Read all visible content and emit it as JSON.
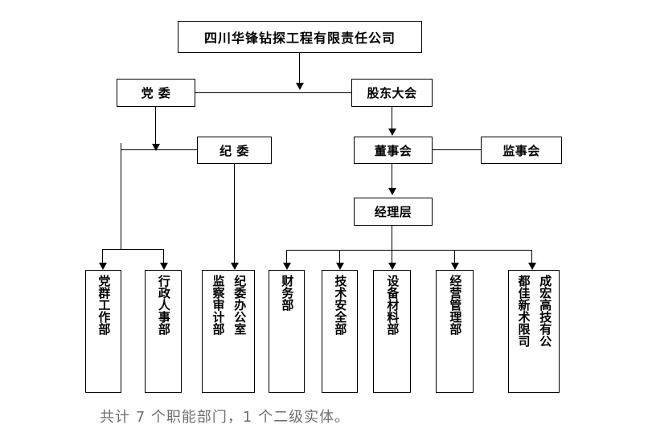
{
  "diagram": {
    "type": "organization-chart",
    "title_box": {
      "label": "四川华锋钻探工程有限责任公司"
    },
    "governance": [
      {
        "id": "party-committee",
        "label": "党 委"
      },
      {
        "id": "shareholders-meeting",
        "label": "股东大会"
      },
      {
        "id": "discipline-committee",
        "label": "纪 委"
      },
      {
        "id": "board-of-directors",
        "label": "董事会"
      },
      {
        "id": "board-of-supervisors",
        "label": "监事会"
      },
      {
        "id": "management-layer",
        "label": "经理层"
      }
    ],
    "departments": [
      {
        "id": "party-mass-work-dept",
        "cols": [
          "党群工作部"
        ]
      },
      {
        "id": "administration-hr-dept",
        "cols": [
          "行政人事部"
        ]
      },
      {
        "id": "discipline-audit-office",
        "cols": [
          "纪委办公室",
          "监察审计部"
        ]
      },
      {
        "id": "finance-dept",
        "cols": [
          "财务部"
        ]
      },
      {
        "id": "technology-safety-dept",
        "cols": [
          "技术安全部"
        ]
      },
      {
        "id": "equipment-materials-dept",
        "cols": [
          "设备材料部"
        ]
      },
      {
        "id": "operations-management-dept",
        "cols": [
          "经营管理部"
        ]
      },
      {
        "id": "chengdu-hongjia-subsidiary",
        "cols": [
          "成宏高技有公",
          "都佳新术限司"
        ]
      }
    ],
    "caption": "共计 7 个职能部门，1 个二级实体。",
    "colors": {
      "line": "#000000",
      "box_border": "#000000",
      "box_fill": "#ffffff",
      "text": "#000000",
      "caption_text": "#6f6f6f",
      "background": "#ffffff"
    }
  }
}
